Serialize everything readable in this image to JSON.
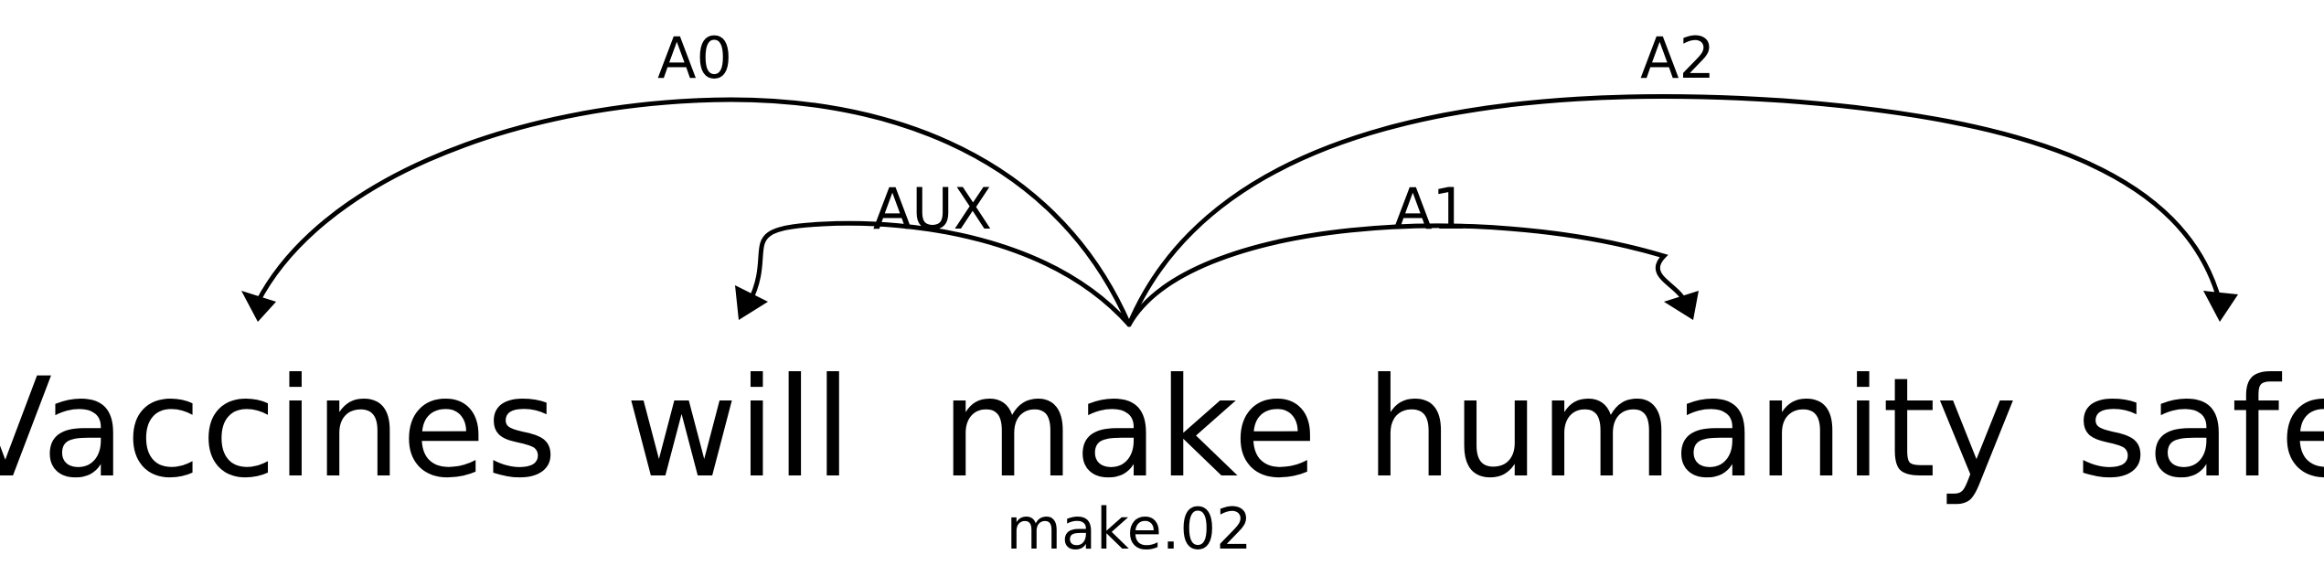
{
  "tokens": [
    {
      "id": "t0",
      "text": "Vaccines"
    },
    {
      "id": "t1",
      "text": "will"
    },
    {
      "id": "t2",
      "text": "make"
    },
    {
      "id": "t3",
      "text": "humanity"
    },
    {
      "id": "t4",
      "text": "safe"
    }
  ],
  "predicate": {
    "token": "t2",
    "sense": "make.02"
  },
  "arcs": [
    {
      "label": "A0",
      "from": "t2",
      "to": "t0"
    },
    {
      "label": "AUX",
      "from": "t2",
      "to": "t1"
    },
    {
      "label": "A1",
      "from": "t2",
      "to": "t3"
    },
    {
      "label": "A2",
      "from": "t2",
      "to": "t4"
    }
  ],
  "colors": {
    "ink": "#000000",
    "background": "#ffffff"
  }
}
